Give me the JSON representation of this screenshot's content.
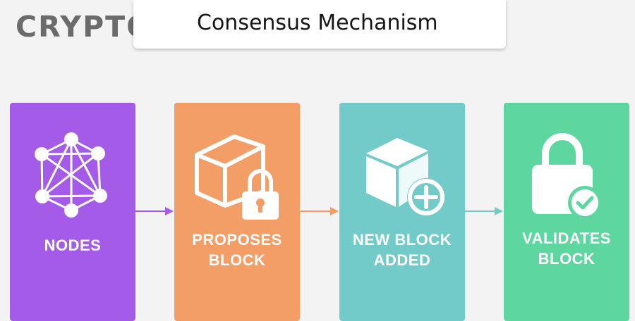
{
  "brand": {
    "text": "CRYPTO"
  },
  "header": {
    "title": "Consensus Mechanism"
  },
  "steps": [
    {
      "label_line1": "NODES",
      "label_line2": "",
      "icon": "network-nodes-icon",
      "color": "#a45be8"
    },
    {
      "label_line1": "PROPOSES",
      "label_line2": "BLOCK",
      "icon": "cube-lock-icon",
      "color": "#f29e66"
    },
    {
      "label_line1": "NEW BLOCK",
      "label_line2": "ADDED",
      "icon": "cube-plus-icon",
      "color": "#73cbc9"
    },
    {
      "label_line1": "VALIDATES",
      "label_line2": "BLOCK",
      "icon": "lock-check-icon",
      "color": "#5dd79f"
    }
  ],
  "arrows": [
    {
      "color": "#a45be8"
    },
    {
      "color": "#f29e66"
    },
    {
      "color": "#73cbc9"
    }
  ]
}
